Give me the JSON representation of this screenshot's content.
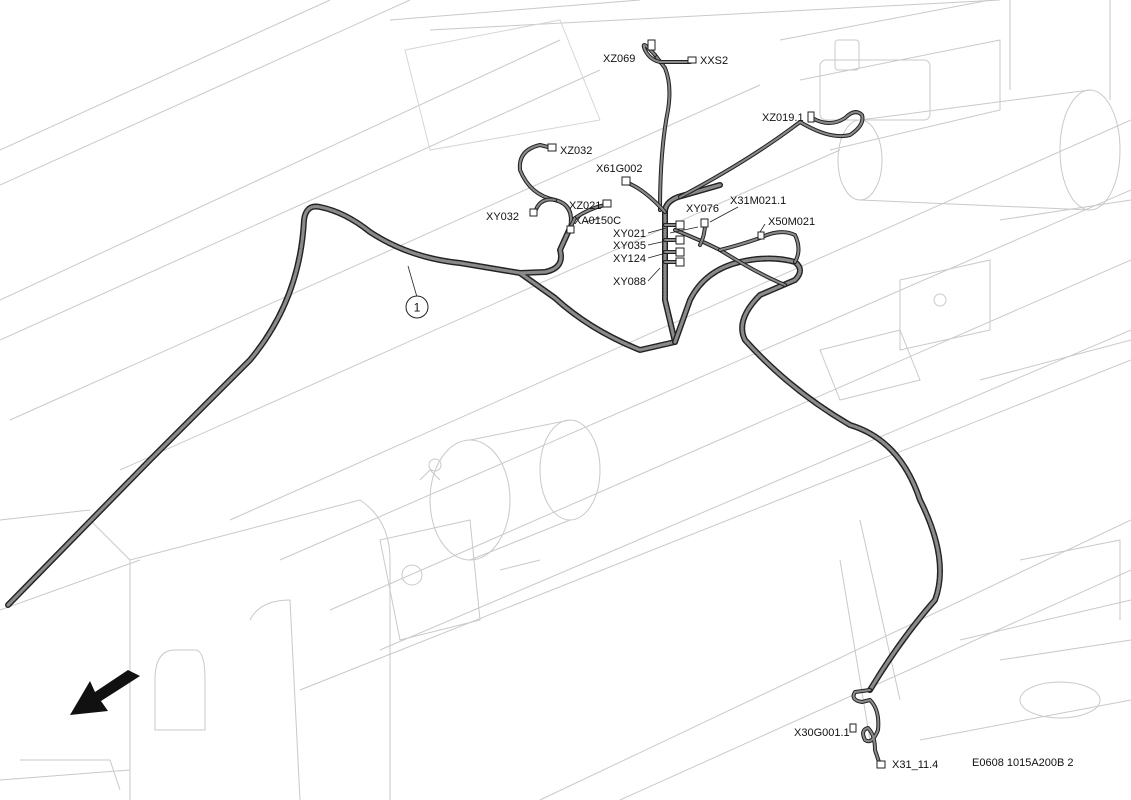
{
  "callout": {
    "number": "1"
  },
  "connectors": {
    "XZ069": "XZ069",
    "XXS2": "XXS2",
    "XZ019_1": "XZ019.1",
    "XZ032": "XZ032",
    "X61G002": "X61G002",
    "XZ021": "XZ021",
    "XY032": "XY032",
    "XA0150C": "XA0150C",
    "XY076": "XY076",
    "X31M021_1": "X31M021.1",
    "X50M021": "X50M021",
    "XY021": "XY021",
    "XY035": "XY035",
    "XY124": "XY124",
    "XY088": "XY088",
    "X30G001_1": "X30G001.1",
    "X31_11_4": "X31_11.4"
  },
  "drawing_ref": "E0608 1015A200B 2",
  "icons": {
    "direction_arrow": "arrow-down-left-icon"
  }
}
